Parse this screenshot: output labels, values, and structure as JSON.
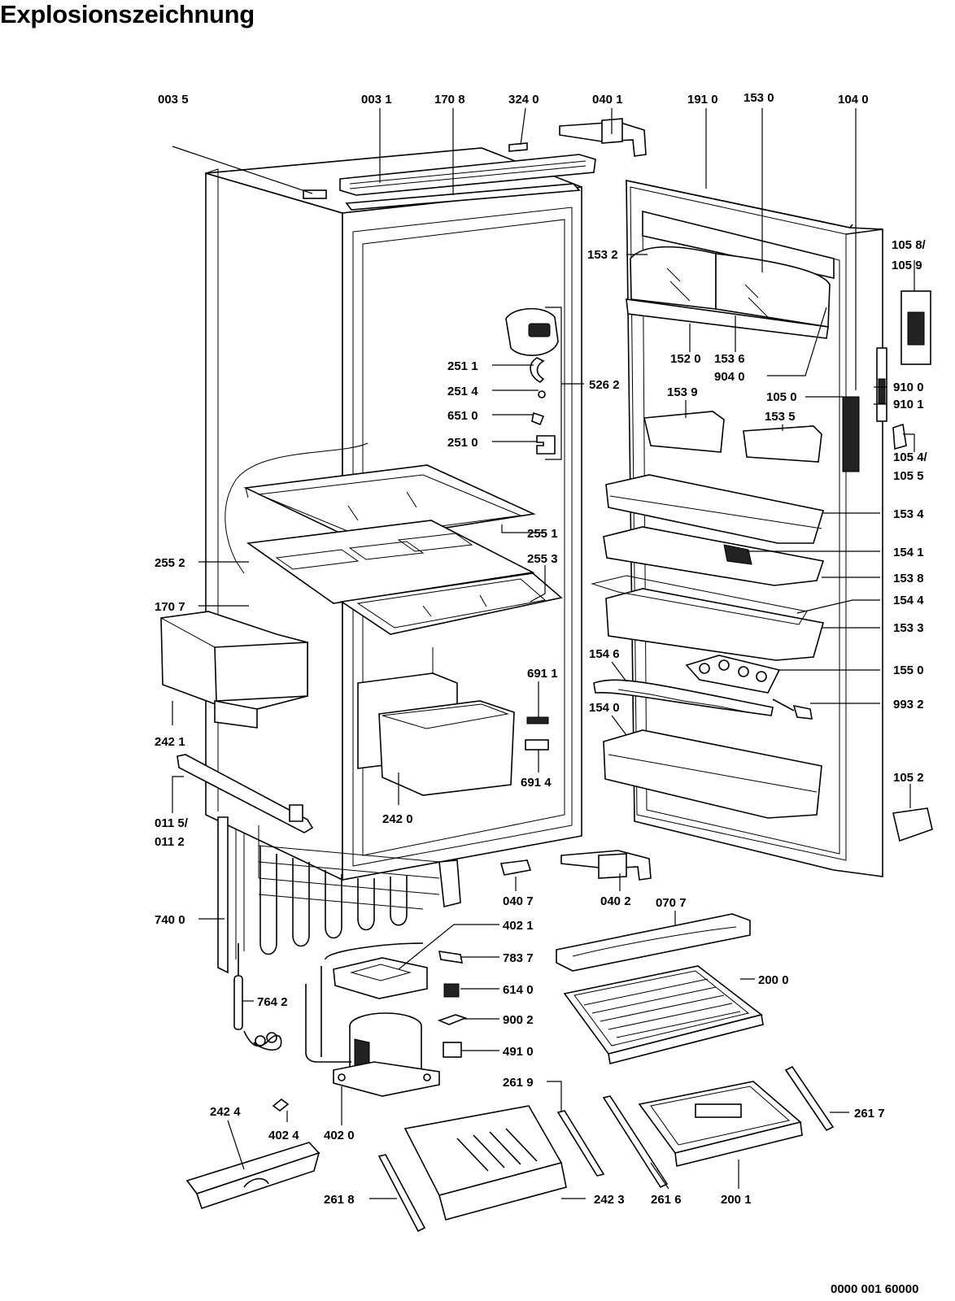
{
  "title": "Explosionszeichnung",
  "document_number": "0000 001 60000",
  "part_labels": [
    {
      "id": "003 5"
    },
    {
      "id": "003 1"
    },
    {
      "id": "170 8"
    },
    {
      "id": "324 0"
    },
    {
      "id": "040 1"
    },
    {
      "id": "191 0"
    },
    {
      "id": "153 0"
    },
    {
      "id": "104 0"
    },
    {
      "id": "105 8/"
    },
    {
      "id": "105 9"
    },
    {
      "id": "153 2"
    },
    {
      "id": "152 0"
    },
    {
      "id": "153 6"
    },
    {
      "id": "904 0"
    },
    {
      "id": "910 0"
    },
    {
      "id": "910 1"
    },
    {
      "id": "105 4/"
    },
    {
      "id": "105 5"
    },
    {
      "id": "153 9"
    },
    {
      "id": "105 0"
    },
    {
      "id": "153 5"
    },
    {
      "id": "251 1"
    },
    {
      "id": "251 4"
    },
    {
      "id": "651 0"
    },
    {
      "id": "251 0"
    },
    {
      "id": "526 2"
    },
    {
      "id": "255 1"
    },
    {
      "id": "255 2"
    },
    {
      "id": "255 3"
    },
    {
      "id": "170 7"
    },
    {
      "id": "153 4"
    },
    {
      "id": "154 1"
    },
    {
      "id": "153 8"
    },
    {
      "id": "154 4"
    },
    {
      "id": "153 3"
    },
    {
      "id": "154 6"
    },
    {
      "id": "155 0"
    },
    {
      "id": "691 1"
    },
    {
      "id": "154 0"
    },
    {
      "id": "993 2"
    },
    {
      "id": "242 1"
    },
    {
      "id": "691 4"
    },
    {
      "id": "242 0"
    },
    {
      "id": "011 5/"
    },
    {
      "id": "011 2"
    },
    {
      "id": "105 2"
    },
    {
      "id": "040 7"
    },
    {
      "id": "040 2"
    },
    {
      "id": "070 7"
    },
    {
      "id": "740 0"
    },
    {
      "id": "402 1"
    },
    {
      "id": "783 7"
    },
    {
      "id": "200 0"
    },
    {
      "id": "614 0"
    },
    {
      "id": "764 2"
    },
    {
      "id": "900 2"
    },
    {
      "id": "491 0"
    },
    {
      "id": "261 9"
    },
    {
      "id": "261 7"
    },
    {
      "id": "242 4"
    },
    {
      "id": "402 4"
    },
    {
      "id": "402 0"
    },
    {
      "id": "261 8"
    },
    {
      "id": "242 3"
    },
    {
      "id": "261 6"
    },
    {
      "id": "200 1"
    }
  ]
}
